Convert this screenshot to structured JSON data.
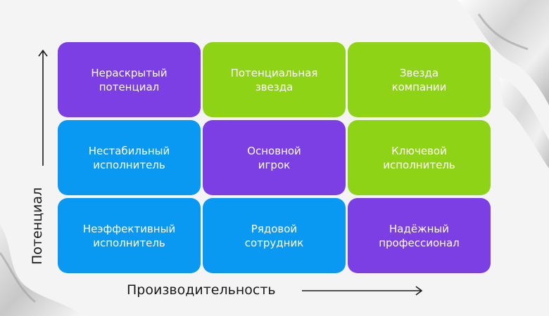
{
  "matrix": {
    "cells": [
      {
        "label": "Нераскрытый\nпотенциал",
        "color": "#7b3fe4",
        "text_color": "#ffffff"
      },
      {
        "label": "Потенциальная\nзвезда",
        "color": "#8fd316",
        "text_color": "#ffffff"
      },
      {
        "label": "Звезда\nкомпании",
        "color": "#8fd316",
        "text_color": "#ffffff"
      },
      {
        "label": "Нестабильный\nисполнитель",
        "color": "#0a99f2",
        "text_color": "#ffffff"
      },
      {
        "label": "Основной\nигрок",
        "color": "#7b3fe4",
        "text_color": "#ffffff"
      },
      {
        "label": "Ключевой\nисполнитель",
        "color": "#8fd316",
        "text_color": "#ffffff"
      },
      {
        "label": "Неэффективный\nисполнитель",
        "color": "#0a99f2",
        "text_color": "#ffffff"
      },
      {
        "label": "Рядовой\nсотрудник",
        "color": "#0a99f2",
        "text_color": "#ffffff"
      },
      {
        "label": "Надёжный\nпрофессионал",
        "color": "#7b3fe4",
        "text_color": "#ffffff"
      }
    ]
  },
  "axes": {
    "y_label": "Потенциал",
    "x_label": "Производительность"
  }
}
